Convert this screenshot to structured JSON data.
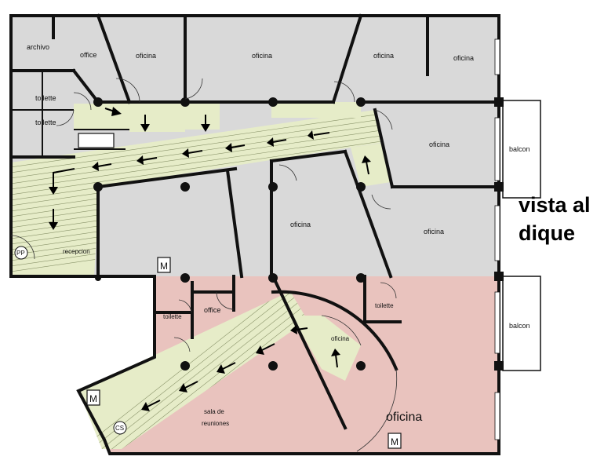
{
  "rooms": {
    "archivo": "archivo",
    "office_top": "office",
    "oficina_1": "oficina",
    "oficina_2": "oficina",
    "oficina_3": "oficina",
    "oficina_4": "oficina",
    "toilette_1": "toilette",
    "toilette_2": "toilette",
    "oficina_east": "oficina",
    "balcon_top": "balcon",
    "oficina_center": "oficina",
    "oficina_right": "oficina",
    "recepcion": "recepcion",
    "toilette_low_left": "toilette",
    "office_low": "office",
    "toilette_low_right": "toilette",
    "oficina_round": "oficina",
    "balcon_low": "balcon",
    "sala": "sala de",
    "sala_2": "reuniones",
    "oficina_big": "oficina"
  },
  "markers": {
    "m_center": "M",
    "m_left": "M",
    "m_bottom": "M",
    "pp": "PP",
    "cs": "CS"
  },
  "view": {
    "line1": "vista al",
    "line2": "dique"
  },
  "colors": {
    "upper_fill": "#d9d9d9",
    "lower_fill": "#e9c3be",
    "corridor_fill": "#e6ecc8",
    "balcony_fill": "#ffffff"
  }
}
